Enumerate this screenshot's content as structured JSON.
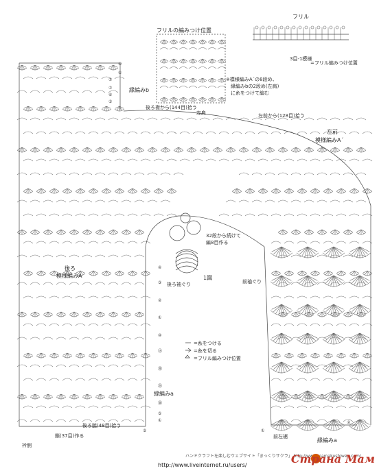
{
  "labels": {
    "frill_attach": "フリルの編みつけ位置",
    "frill": "フリル",
    "pattern_b_top": "縁編みb",
    "pattern_a_note_1": "※模様編みA´の8段め、",
    "pattern_a_note_2": "縁編みbの2段め(左肩)",
    "pattern_a_note_3": "に糸をつけて編む",
    "back_neck_pickup": "後ろ襟から(144目)拾う",
    "left_shoulder": "左肩",
    "left_front_pickup": "左前から(128目)拾う",
    "left_front": "左前",
    "left_front_pattern": "模様編みA´",
    "row_note": "3目-1模様",
    "frill_legend": "=フリル編みつけ位置",
    "row32_note_1": "32段から続けて",
    "row32_note_2": "編8目作る",
    "back": "後ろ",
    "back_pattern": "模様編みA",
    "fig": "1図",
    "back_armhole": "後ろ袖ぐり",
    "front_armhole": "前袖ぐり",
    "legend_attach": "=糸をつける",
    "legend_cut": "=糸を切る",
    "legend_frill": "=フリル編みつけ位置",
    "edge_a": "縁編みa",
    "edge_a_bottom": "縁編みa",
    "back_hem_pickup": "後ろ脇(48目)拾う",
    "chain_start": "鎖(37目)作る",
    "hem_side": "衿側",
    "front_hem": "前左裾",
    "foot_credit": "ハンドクラフトを楽しむウェブサイト「まっくりサクラ」 http://www.mamakushiwen.com/",
    "url": "http://www.liveinternet.ru/users/",
    "watermark": "Страна Мам",
    "row_numbers": [
      "⑩",
      "⑤",
      "①",
      "⑦",
      "⑥",
      "⑤",
      "④",
      "③",
      "②",
      "①",
      "⑩",
      "⑮",
      "⑳",
      "㉕",
      "㉚",
      "⑤",
      "①",
      "⑤",
      "①",
      "②"
    ]
  },
  "colors": {
    "ink": "#555555",
    "watermark": "#c0392b"
  }
}
